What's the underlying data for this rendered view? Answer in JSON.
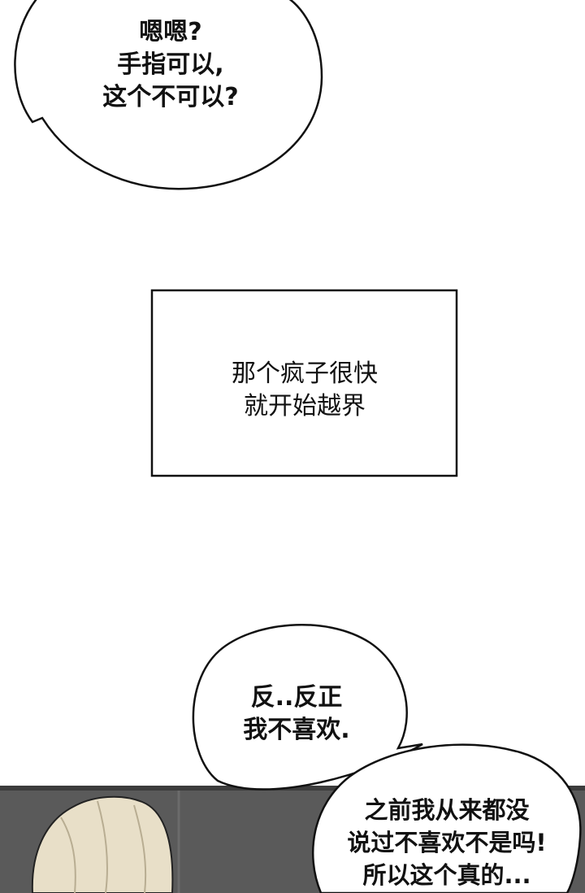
{
  "panel_top": {
    "speech_bubble": {
      "lines": [
        "嗯嗯?",
        "手指可以,",
        "这个不可以?"
      ]
    }
  },
  "caption_box": {
    "lines": [
      "那个疯子很快",
      "就开始越界"
    ]
  },
  "panel_bottom": {
    "speech_bubble_left": {
      "lines": [
        "反..反正",
        "我不喜欢."
      ]
    },
    "speech_bubble_right": {
      "lines": [
        "之前我从来都没",
        "说过不喜欢不是吗!",
        "所以这个真的..."
      ]
    }
  },
  "colors": {
    "page_background": "#ffffff",
    "bubble_fill": "#ffffff",
    "outline": "#111111",
    "panel_background": "#5a5a5a",
    "hair": "#e8dfc8"
  }
}
